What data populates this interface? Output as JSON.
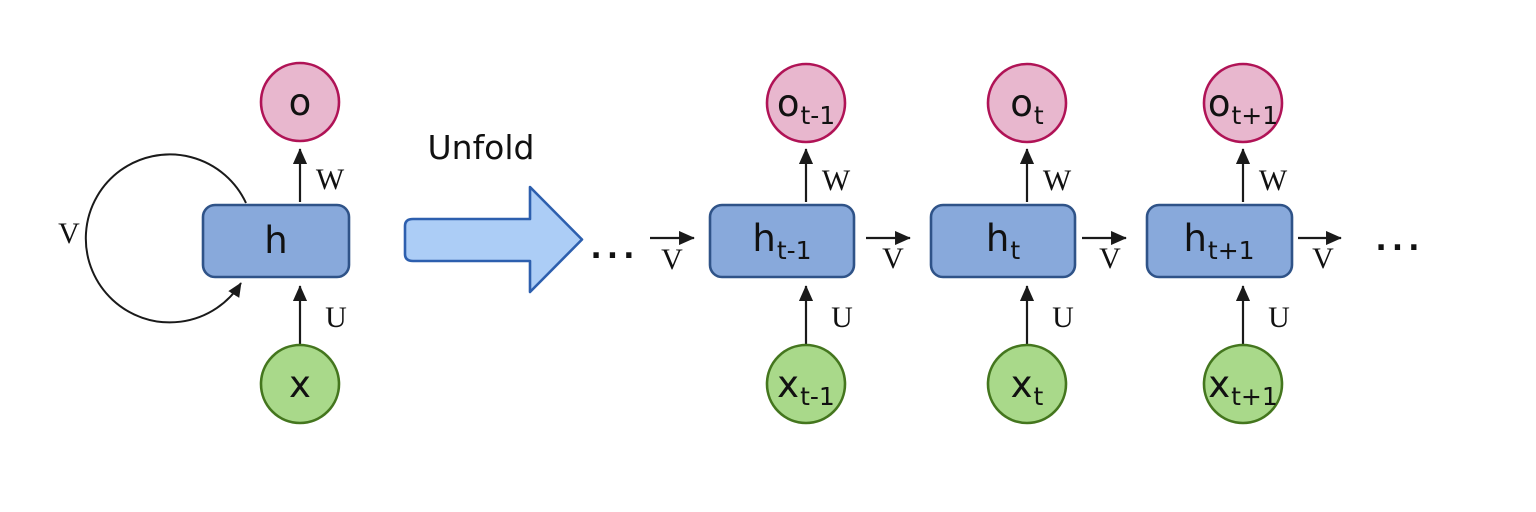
{
  "colors": {
    "output_fill": "#e8b7ce",
    "output_stroke": "#b01356",
    "hidden_fill": "#88a9db",
    "hidden_stroke": "#2f5388",
    "input_fill": "#a9d98a",
    "input_stroke": "#44761e",
    "unfold_arrow_fill": "#accdf6",
    "unfold_arrow_stroke": "#2d5fae",
    "line_color": "#1a1a1a",
    "text_color": "#111111",
    "background": "#ffffff"
  },
  "unfold_label": "Unfold",
  "folded": {
    "output_label": "o",
    "hidden_label": "h",
    "input_label": "x",
    "v_label": "V",
    "w_label": "W",
    "u_label": "U"
  },
  "unfolded": {
    "lead_ellipsis": "...",
    "trail_ellipsis": "...",
    "lead_v_label": "V",
    "units": [
      {
        "output": {
          "base": "o",
          "sub": "t-1"
        },
        "hidden": {
          "base": "h",
          "sub": "t-1"
        },
        "input": {
          "base": "x",
          "sub": "t-1"
        },
        "w_label": "W",
        "u_label": "U",
        "v_label": "V"
      },
      {
        "output": {
          "base": "o",
          "sub": "t"
        },
        "hidden": {
          "base": "h",
          "sub": "t"
        },
        "input": {
          "base": "x",
          "sub": "t"
        },
        "w_label": "W",
        "u_label": "U",
        "v_label": "V"
      },
      {
        "output": {
          "base": "o",
          "sub": "t+1"
        },
        "hidden": {
          "base": "h",
          "sub": "t+1"
        },
        "input": {
          "base": "x",
          "sub": "t+1"
        },
        "w_label": "W",
        "u_label": "U",
        "v_label": "V"
      }
    ]
  }
}
